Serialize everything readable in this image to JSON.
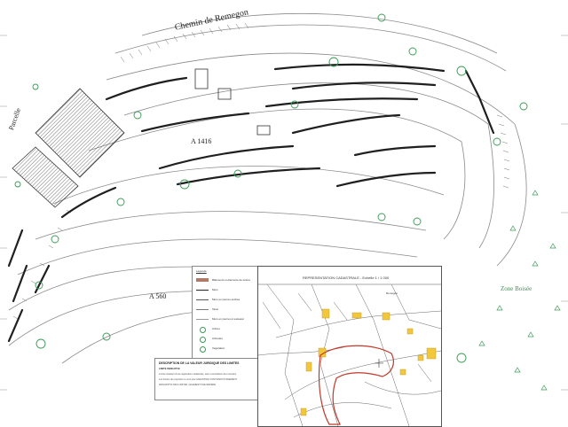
{
  "map": {
    "road_label": "Chemin de Remegon",
    "parcels": [
      "A 1416",
      "A 560"
    ],
    "zone_label": "Zone Boisée",
    "left_label": "Parcelle"
  },
  "legend": {
    "title": "Légende",
    "items": [
      {
        "label": "Bâtiments et éléments de toiture",
        "color": "#b07a68"
      },
      {
        "label": "Murs",
        "color": "#222222"
      },
      {
        "label": "Murs en pierres sèches",
        "color": "#555555"
      },
      {
        "label": "Talus",
        "color": "#777777"
      },
      {
        "label": "Murs en pierres à restaurer",
        "color": "#999999"
      },
      {
        "label": "Arbres",
        "color": "#3a9a55"
      },
      {
        "label": "Arbustes",
        "color": "#3a9a55"
      },
      {
        "label": "Végétation",
        "color": "#3a9a55"
      }
    ]
  },
  "description": {
    "title": "DESCRIPTION DE LA VALEUR JURIDIQUE DES LIMITES",
    "subtitle": "LIMITE INDICATIVE",
    "lines": [
      "Limite résultant d'une application cadastrale, sans consultation des riverains",
      "Les limites de propriété ne sont pas GARANTIES CONTRADICTOIREMENT",
      "DESCRIPTIF DES LIMITES / ELEMENTS DE REPERE"
    ]
  },
  "cadastre": {
    "title": "REPRESENTATION CADASTRALE - Echelle 1 / 1 000",
    "place": "Remegon"
  },
  "colors": {
    "wall": "#1f1f1f",
    "contour": "#8a8a8a",
    "tree": "#3a9a55",
    "building_fill": "#f2c83a",
    "parcel_outline": "#c0392b"
  }
}
